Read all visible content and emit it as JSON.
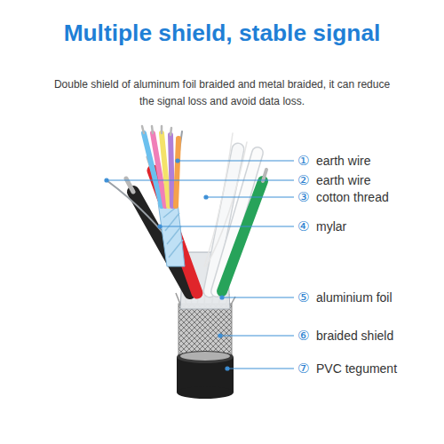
{
  "diagram": {
    "title": "Multiple shield, stable signal",
    "caption": "Double shield of aluminum foil braided and metal braided, it can reduce the signal loss and avoid data loss.",
    "labels": [
      "①",
      "earth wire",
      "②",
      "earth wire",
      "③",
      "cotton thread",
      "④",
      "mylar",
      "⑤",
      "aluminium foil",
      "⑥",
      "braided shield",
      "⑦",
      "PVC tegument"
    ]
  }
}
